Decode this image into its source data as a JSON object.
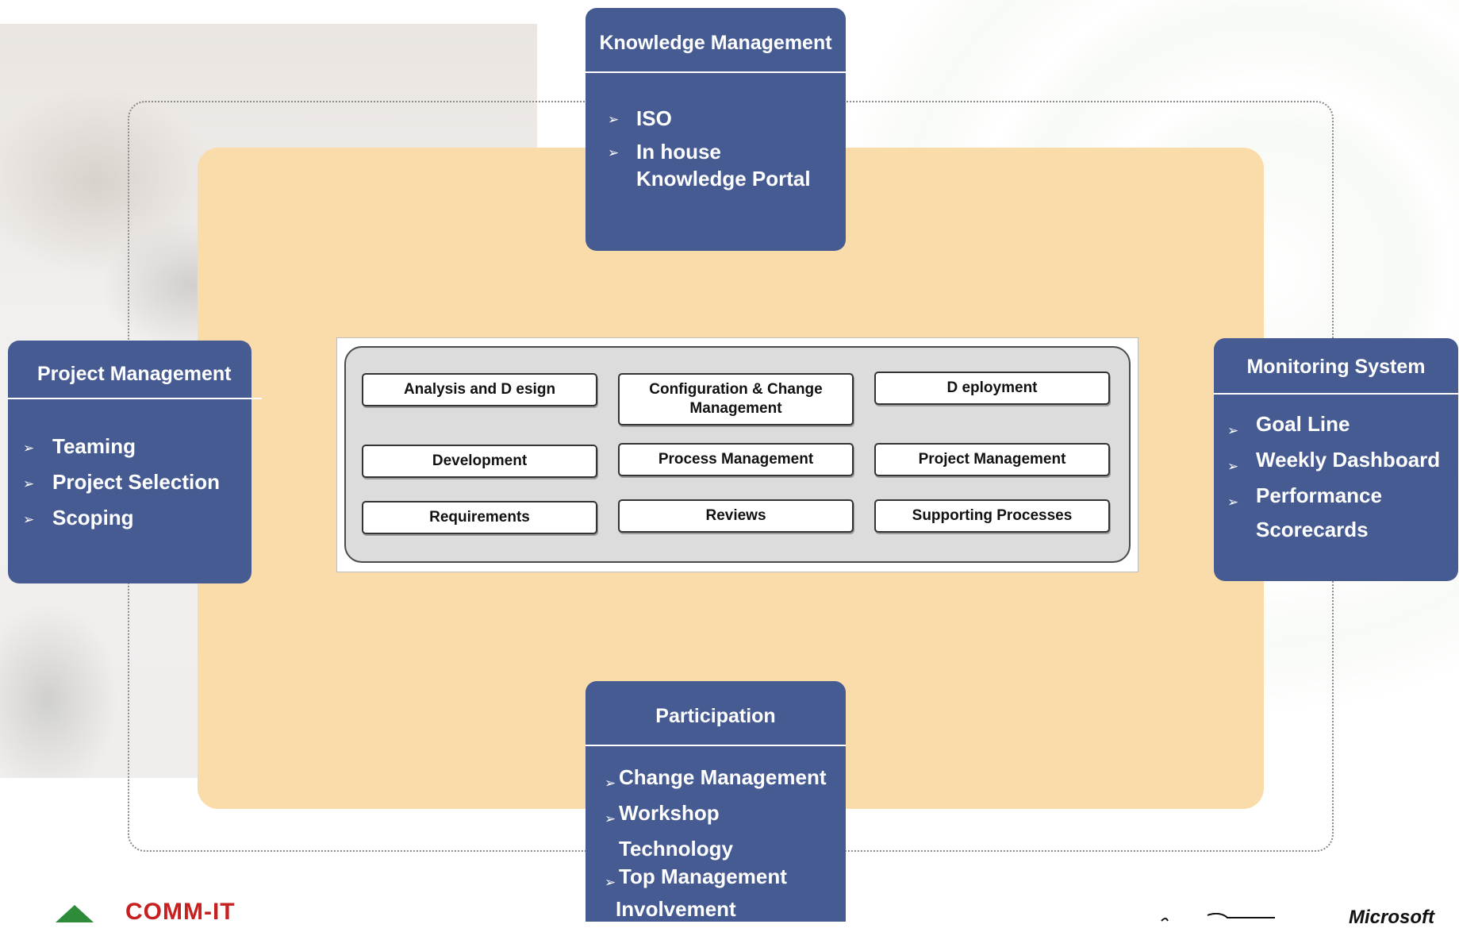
{
  "knowledge_management": {
    "title": "Knowledge Management",
    "items": [
      "ISO",
      "In house"
    ],
    "continuation": "Knowledge Portal"
  },
  "project_management": {
    "title": "Project Management",
    "items": [
      "Teaming",
      "Project Selection",
      "Scoping"
    ]
  },
  "monitoring_system": {
    "title": "Monitoring System",
    "items": [
      "Goal Line",
      "Weekly Dashboard",
      "Performance"
    ],
    "continuation": "Scorecards"
  },
  "participation": {
    "title": "Participation",
    "items": [
      "Change Management",
      "Workshop"
    ],
    "continuation_1": "Technology",
    "item_3": "Top Management",
    "continuation_2": "Involvement"
  },
  "center_diagram": {
    "cells": [
      [
        "Analysis and D esign",
        "Configuration & Change Management",
        "D eployment"
      ],
      [
        "Development",
        "Process Management",
        "Project Management"
      ],
      [
        "Requirements",
        "Reviews",
        "Supporting Processes"
      ]
    ]
  },
  "bullet_symbol": "➢",
  "logos": {
    "left": "COMM-IT",
    "right": "Microsoft"
  },
  "colors": {
    "box_blue": "#465b92",
    "panel_peach": "#fadcab",
    "logo_red": "#c62020",
    "logo_green": "#2e8b3a"
  }
}
